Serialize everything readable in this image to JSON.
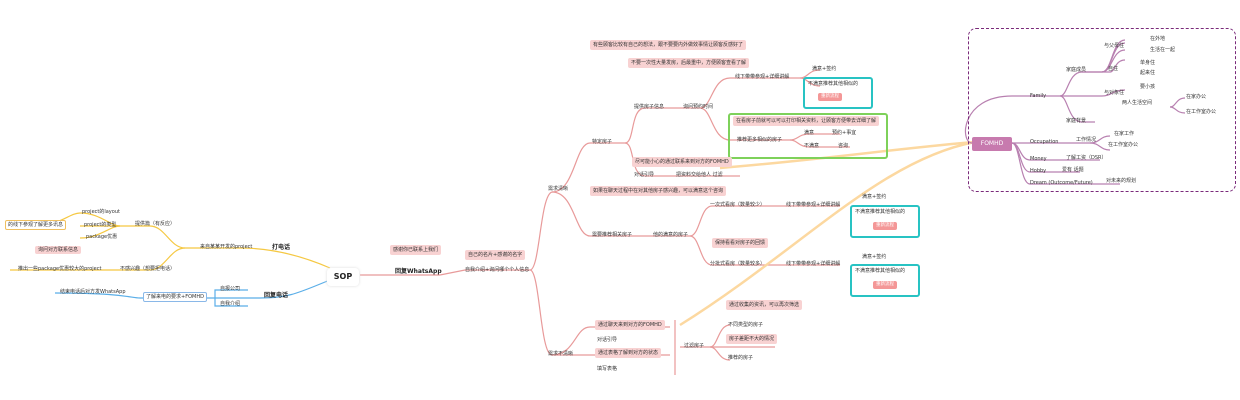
{
  "root": "SOP",
  "left": {
    "call": {
      "label": "打电话",
      "intro": "来自某某开发的project",
      "items": [
        "project的layout",
        "project的类型",
        "package优惠"
      ],
      "group1": "提供篇（有反应）",
      "yellow_box": "的线下参观了解更多讯息",
      "info_box": "询问对方联系信息",
      "group2": "不感兴趣（想要拒电话）",
      "left_note": "推出一些package优惠较大的project"
    },
    "reply": {
      "label": "回复电话",
      "items": [
        "自报公司",
        "自我介绍"
      ],
      "main": "了解来电的要求+FOMHD",
      "left_note": "结束电话后对方发WhatsApp"
    }
  },
  "whatsapp": {
    "label": "回复WhatsApp",
    "top_note": "感谢你已联系上我们",
    "intro_note": "自己的名片+感谢的名字",
    "intro": "自我介绍+询问哪个个人信息"
  },
  "upper": {
    "branch": "需求清晰",
    "top1": "有些顾客比较有自己的想法，跟不要要内外做效事情让顾客反感好了",
    "top2": "不要一次性大量发房，后最重中，方便顾客查看了解",
    "specific": "特定房子",
    "provide": "提供房子信息",
    "ask_time": "询问预约时间",
    "path1": "线下带带参观+详细讲解",
    "book": "满意+签约",
    "not_satisfied": "不满意推荐其他相似的",
    "restart_btn": "重新流程",
    "green_note": "在看房子前就可以可以打印相关资料，让顾客方便带去详细了解",
    "recommend": "推荐更多相似的房子",
    "satisfied": "满意",
    "pay": "预约+事宜",
    "unsatisfied": "不满意",
    "contact": "咨询",
    "hint": "尽可能小心的通过联系来到对方的FOMHD",
    "lead": "对话引导",
    "lead2": "把资料交给他人 过滤"
  },
  "middle": {
    "top_note": "如果在聊天过程中在对其他房子感兴趣，可以满意这个咨询",
    "need": "需要推荐相关房子",
    "preferred": "他的满意的房子",
    "path_a": "一次式看房（数量较少）",
    "path_a2": "线下带带参观+详细讲解",
    "book": "满意+签约",
    "not_satisfied": "不满意推荐其他相似的",
    "restart_btn": "重新流程",
    "remind": "保持看看对房子的回馈",
    "path_b": "分批式看房（数量较多）",
    "path_b2": "线下带带参观+详细讲解",
    "book_b": "满意+签约",
    "not_satisfied_b": "不满意推荐其他相似的",
    "restart_btn_b": "重新流程"
  },
  "lower": {
    "branch": "需求不清晰",
    "fomhd_note": "通过聊天来到对方的FOMHD",
    "lead": "对话引导",
    "status_note": "通过表格了解到对方的状态",
    "fill": "填写表格",
    "filter": "过滤房子",
    "filter_note": "通过收集的资讯，可以再次筛选",
    "f1": "不同类型的房子",
    "f2": "房子差距不大的情况",
    "f3": "推荐的房子"
  },
  "fomhd": {
    "label": "FOMHD",
    "family": "Family",
    "family_note": "家庭成员",
    "with_parents": "与父母住",
    "p1": "在外地",
    "p2": "生活在一起",
    "self": "自住",
    "s1": "单身住",
    "s2": "起来住",
    "with_partner": "与对象住",
    "w1": "要小孩",
    "w2": "两人生活空间",
    "office1": "在家办公",
    "office2": "在工作室办公",
    "family_bg": "家庭背景",
    "occupation": "Occupation",
    "work": "工作情况",
    "o1": "在家工作",
    "o2": "在工作室办公",
    "money": "Money",
    "salary": "了解工资（DSR）",
    "hobby": "Hobby",
    "hobby_note": "爱有 话题",
    "dream": "Dream (Outcome/Future)",
    "dream_note": "对未来的规划"
  },
  "colors": {
    "pink": "#f8d2d2",
    "button": "#f49797",
    "accent_fomhd": "#c77aae",
    "dash_border": "#7a2a7a",
    "cyan": "#28c3c3",
    "green": "#7ed15a",
    "yellow": "#f5c842",
    "blue": "#5aaee8"
  }
}
